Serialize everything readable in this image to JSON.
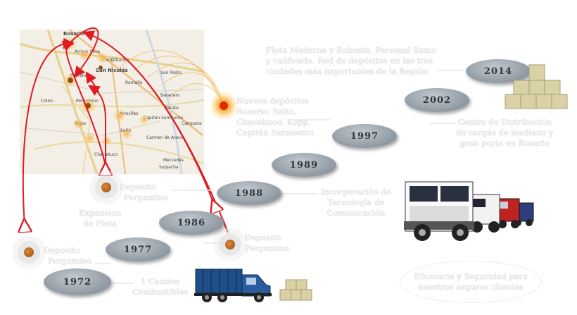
{
  "years": [
    "1972",
    "1977",
    "1986",
    "1988",
    "1989",
    "1997",
    "2002",
    "2014"
  ],
  "labels": {
    "first_trucks": [
      "1 Camion",
      "Combustibles"
    ],
    "depot_pergamino_1": [
      "Deposito",
      "Pergamino"
    ],
    "expansion_fleet": [
      "Expansion",
      "de Flota"
    ],
    "depot_pergamino_2": [
      "Deposito",
      "Pergamino"
    ],
    "depot_pergamino_3": [
      "Deposito",
      "Pergamino"
    ],
    "communication_tech": [
      "Incorporación de",
      "Tecnología de",
      "Comunicación"
    ],
    "new_depots": [
      "Nuevos depósitos",
      "Rosario, Salto,",
      "Chacabuco, Kopp,",
      "Capitán Sarmiento"
    ],
    "fleet_expansion_2014": [
      "Flota Moderna y Robusta, Personal Sumo",
      "y calificado. Red de depósitos en las tres",
      "ciudades más importantes de la Región"
    ],
    "distribution_center": [
      "Centro de Distribución",
      "de cargas de mediano y",
      "gran porte en Rosario"
    ],
    "goal": [
      "Eficiencia y Seguridad para",
      "nuestros seguros clientes"
    ]
  },
  "map_places": [
    "Rosario",
    "Arroyo Seco",
    "Constitución",
    "Peyrano",
    "San Nicolás",
    "Pergamino",
    "Colón",
    "Rojas",
    "Salto",
    "Arrecifes",
    "Chacabuco",
    "Carmen de Areco",
    "Mercedes",
    "Suipacha",
    "Capitán Sarmiento",
    "Baradero",
    "San Pedro",
    "Zárate",
    "Campana",
    "Ramallo"
  ],
  "icons": [
    "truck-old",
    "trucks-fleet",
    "boxes-small",
    "boxes-large",
    "location-marker"
  ],
  "colors": {
    "arrow": "#e01b24",
    "marker_glow": "#f7b84a",
    "pill": "#9aa3ab",
    "label": "#e8e8e8"
  }
}
